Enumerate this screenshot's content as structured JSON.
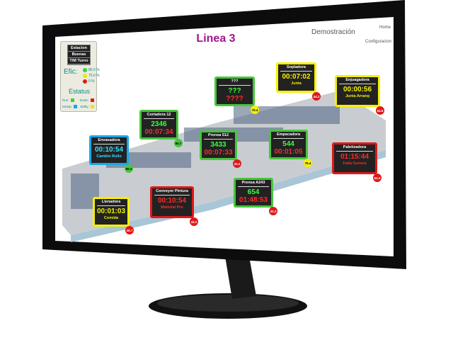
{
  "header": {
    "title": "Linea 3",
    "company": "Demostración",
    "nav": [
      "Home",
      "Configuracion"
    ]
  },
  "legend_panel": {
    "table": [
      "Estacion",
      "Buenas",
      "T/M Turno"
    ],
    "efic_label": "Efic:",
    "efic": [
      {
        "color": "#3ccf3c",
        "value": "80.0 %"
      },
      {
        "color": "#f2e600",
        "value": "75.0 %"
      },
      {
        "color": "#e31b1b",
        "value": "0 %"
      }
    ],
    "status_label": "Estatus",
    "status": [
      {
        "label": "Run:",
        "color": "#3ccf3c"
      },
      {
        "label": "Down:",
        "color": "#e31b1b"
      },
      {
        "label": "SetUp:",
        "color": "#1aa3e8"
      },
      {
        "label": "Stdby:",
        "color": "#f2e600"
      }
    ]
  },
  "colors": {
    "green": "#47c63b",
    "yellow": "#f5f000",
    "red": "#e01818",
    "blue": "#1aa7ea"
  },
  "stations": [
    {
      "name": "???",
      "line1": "???",
      "line2": "????",
      "status": "green",
      "l1c": "#3cff3c",
      "l2c": "#ff2b2b",
      "eff": "76.4",
      "effc": "yellow"
    },
    {
      "name": "Sopladora",
      "line1": "00:07:02",
      "line2": "Junta",
      "status": "yellow",
      "l1c": "#f5f000",
      "l2c": "#f5f000",
      "eff": "44.2",
      "effc": "red"
    },
    {
      "name": "Enjuagadora",
      "line1": "00:00:56",
      "line2": "Junta Arranq",
      "status": "yellow",
      "l1c": "#f5f000",
      "l2c": "#f5f000",
      "eff": "54.8",
      "effc": "red"
    },
    {
      "name": "Cortadora 12",
      "line1": "2346",
      "line2": "00:07:34",
      "status": "green",
      "l1c": "#3cff3c",
      "l2c": "#ff2b2b",
      "eff": "86.7",
      "effc": "green"
    },
    {
      "name": "Envasadora",
      "line1": "00:10:54",
      "line2": "Cambio Rollo",
      "status": "blue",
      "l1c": "#2fe3ff",
      "l2c": "#2fe3ff",
      "eff": "89.3",
      "effc": "green"
    },
    {
      "name": "Prensa 512",
      "line1": "3433",
      "line2": "00:07:33",
      "status": "green",
      "l1c": "#3cff3c",
      "l2c": "#ff2b2b",
      "eff": "33.2",
      "effc": "red"
    },
    {
      "name": "Empacadora",
      "line1": "544",
      "line2": "00:01:05",
      "status": "green",
      "l1c": "#3cff3c",
      "l2c": "#ff2b2b",
      "eff": "76.4",
      "effc": "yellow"
    },
    {
      "name": "Paletizadora",
      "line1": "01:15:44",
      "line2": "Falla Genera",
      "status": "red",
      "l1c": "#ff2b2b",
      "l2c": "#ff2b2b",
      "eff": "54.3",
      "effc": "red"
    },
    {
      "name": "Prensa A243",
      "line1": "654",
      "line2": "01:48:53",
      "status": "green",
      "l1c": "#3cff3c",
      "l2c": "#ff2b2b",
      "eff": "32.3",
      "effc": "red"
    },
    {
      "name": "Conveyor Pintura",
      "line1": "00:10:54",
      "line2": "Material Pro",
      "status": "red",
      "l1c": "#ff2b2b",
      "l2c": "#ff2b2b",
      "eff": "43.2",
      "effc": "red"
    },
    {
      "name": "Llenadora",
      "line1": "00:01:03",
      "line2": "Comida",
      "status": "yellow",
      "l1c": "#f5f000",
      "l2c": "#f5f000",
      "eff": "45.7",
      "effc": "red"
    }
  ]
}
